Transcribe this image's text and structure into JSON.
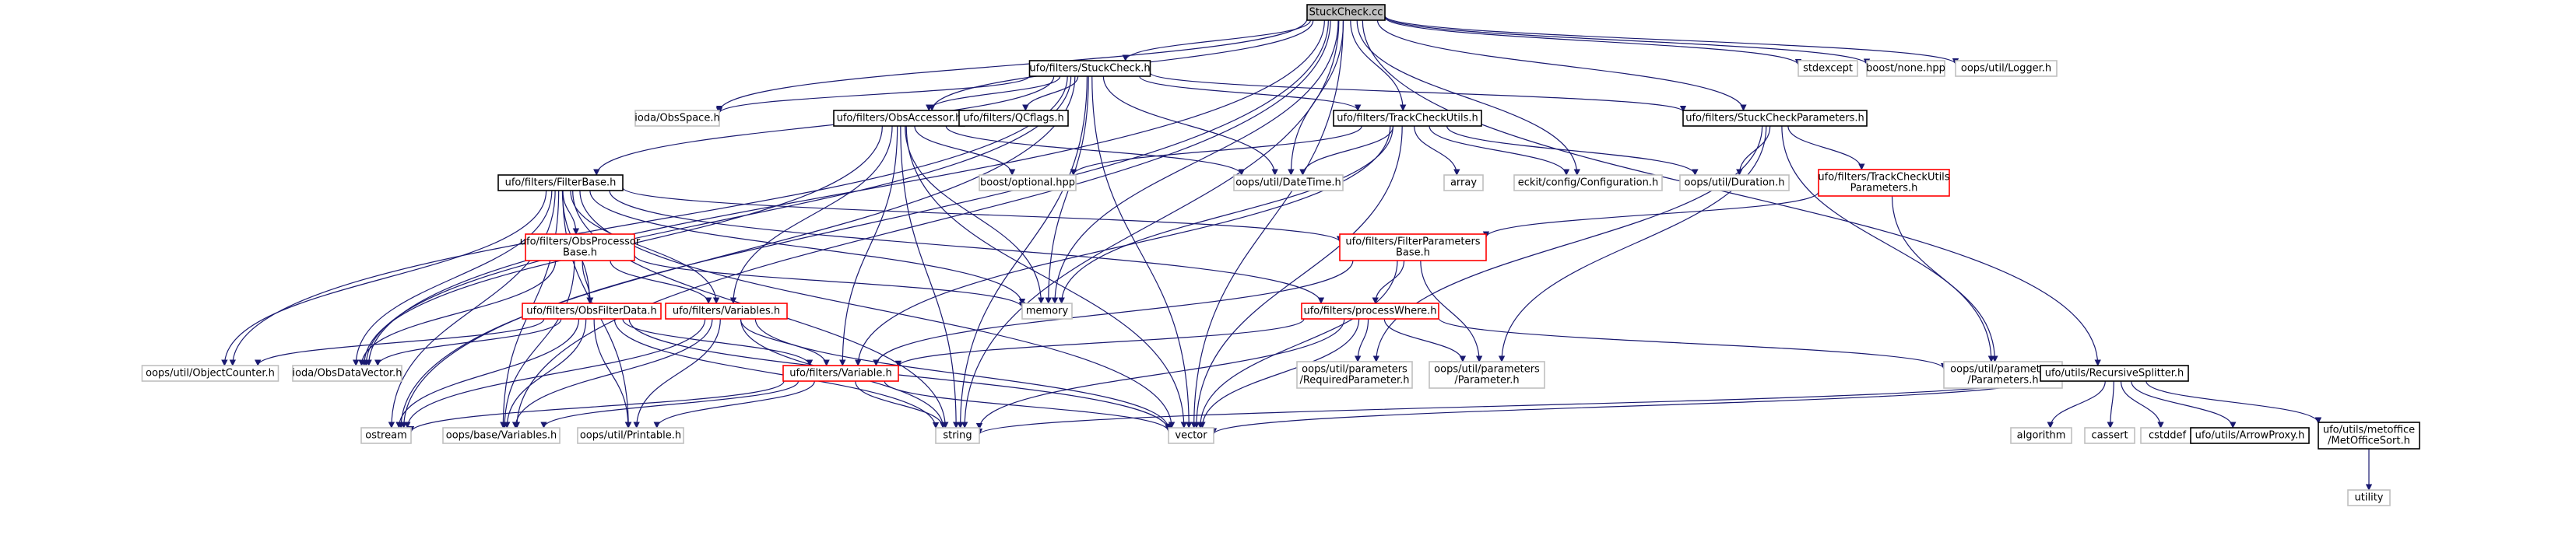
{
  "colors": {
    "edge": "#191970",
    "root_fill": "#bfbfbf",
    "root_border": "#000000",
    "documented_border": "#000000",
    "truncated_border": "#ff0000",
    "external_border": "#bfbfbf",
    "node_fill": "#ffffff"
  },
  "nodes": [
    {
      "id": "root",
      "lines": [
        "StuckCheck.cc"
      ],
      "kind": "root"
    },
    {
      "id": "stuckcheck_h",
      "lines": [
        "ufo/filters/StuckCheck.h"
      ],
      "kind": "documented"
    },
    {
      "id": "stdexcept",
      "lines": [
        "stdexcept"
      ],
      "kind": "external"
    },
    {
      "id": "boost_none",
      "lines": [
        "boost/none.hpp"
      ],
      "kind": "external"
    },
    {
      "id": "logger",
      "lines": [
        "oops/util/Logger.h"
      ],
      "kind": "external"
    },
    {
      "id": "obsspace",
      "lines": [
        "ioda/ObsSpace.h"
      ],
      "kind": "external"
    },
    {
      "id": "obsaccessor",
      "lines": [
        "ufo/filters/ObsAccessor.h"
      ],
      "kind": "documented"
    },
    {
      "id": "qcflags",
      "lines": [
        "ufo/filters/QCflags.h"
      ],
      "kind": "documented"
    },
    {
      "id": "trackcheckutils",
      "lines": [
        "ufo/filters/TrackCheckUtils.h"
      ],
      "kind": "documented"
    },
    {
      "id": "stuckcheckparams",
      "lines": [
        "ufo/filters/StuckCheckParameters.h"
      ],
      "kind": "documented"
    },
    {
      "id": "filterbase",
      "lines": [
        "ufo/filters/FilterBase.h"
      ],
      "kind": "documented"
    },
    {
      "id": "optional",
      "lines": [
        "boost/optional.hpp"
      ],
      "kind": "external"
    },
    {
      "id": "datetime",
      "lines": [
        "oops/util/DateTime.h"
      ],
      "kind": "external"
    },
    {
      "id": "array",
      "lines": [
        "array"
      ],
      "kind": "external"
    },
    {
      "id": "configuration",
      "lines": [
        "eckit/config/Configuration.h"
      ],
      "kind": "external"
    },
    {
      "id": "duration",
      "lines": [
        "oops/util/Duration.h"
      ],
      "kind": "external"
    },
    {
      "id": "trackcheckparams",
      "lines": [
        "ufo/filters/TrackCheckUtils",
        "Parameters.h"
      ],
      "kind": "truncated"
    },
    {
      "id": "obsprocessor",
      "lines": [
        "ufo/filters/ObsProcessor",
        "Base.h"
      ],
      "kind": "truncated"
    },
    {
      "id": "filterparamsbase",
      "lines": [
        "ufo/filters/FilterParameters",
        "Base.h"
      ],
      "kind": "truncated"
    },
    {
      "id": "memory",
      "lines": [
        "memory"
      ],
      "kind": "external"
    },
    {
      "id": "obsfilterdata",
      "lines": [
        "ufo/filters/ObsFilterData.h"
      ],
      "kind": "truncated"
    },
    {
      "id": "variables_h",
      "lines": [
        "ufo/filters/Variables.h"
      ],
      "kind": "truncated"
    },
    {
      "id": "processwhere",
      "lines": [
        "ufo/filters/processWhere.h"
      ],
      "kind": "truncated"
    },
    {
      "id": "objectcounter",
      "lines": [
        "oops/util/ObjectCounter.h"
      ],
      "kind": "external"
    },
    {
      "id": "obsdatavector",
      "lines": [
        "ioda/ObsDataVector.h"
      ],
      "kind": "external"
    },
    {
      "id": "variable_h",
      "lines": [
        "ufo/filters/Variable.h"
      ],
      "kind": "truncated"
    },
    {
      "id": "requiredparam",
      "lines": [
        "oops/util/parameters",
        "/RequiredParameter.h"
      ],
      "kind": "external"
    },
    {
      "id": "parameter",
      "lines": [
        "oops/util/parameters",
        "/Parameter.h"
      ],
      "kind": "external"
    },
    {
      "id": "parameters",
      "lines": [
        "oops/util/parameters",
        "/Parameters.h"
      ],
      "kind": "external"
    },
    {
      "id": "recursivesplitter",
      "lines": [
        "ufo/utils/RecursiveSplitter.h"
      ],
      "kind": "documented"
    },
    {
      "id": "ostream",
      "lines": [
        "ostream"
      ],
      "kind": "external"
    },
    {
      "id": "oopsvariables",
      "lines": [
        "oops/base/Variables.h"
      ],
      "kind": "external"
    },
    {
      "id": "printable",
      "lines": [
        "oops/util/Printable.h"
      ],
      "kind": "external"
    },
    {
      "id": "string",
      "lines": [
        "string"
      ],
      "kind": "external"
    },
    {
      "id": "vector",
      "lines": [
        "vector"
      ],
      "kind": "external"
    },
    {
      "id": "algorithm",
      "lines": [
        "algorithm"
      ],
      "kind": "external"
    },
    {
      "id": "cassert",
      "lines": [
        "cassert"
      ],
      "kind": "external"
    },
    {
      "id": "cstddef",
      "lines": [
        "cstddef"
      ],
      "kind": "external"
    },
    {
      "id": "arrowproxy",
      "lines": [
        "ufo/utils/ArrowProxy.h"
      ],
      "kind": "documented"
    },
    {
      "id": "metofficesort",
      "lines": [
        "ufo/utils/metoffice",
        "/MetOfficeSort.h"
      ],
      "kind": "documented"
    },
    {
      "id": "utility",
      "lines": [
        "utility"
      ],
      "kind": "external"
    }
  ],
  "edges": [
    [
      "root",
      "stuckcheck_h"
    ],
    [
      "root",
      "stdexcept"
    ],
    [
      "root",
      "boost_none"
    ],
    [
      "root",
      "logger"
    ],
    [
      "root",
      "obsaccessor"
    ],
    [
      "root",
      "trackcheckutils"
    ],
    [
      "root",
      "stuckcheckparams"
    ],
    [
      "root",
      "recursivesplitter"
    ],
    [
      "root",
      "obsspace"
    ],
    [
      "root",
      "datetime"
    ],
    [
      "root",
      "configuration"
    ],
    [
      "root",
      "memory"
    ],
    [
      "root",
      "string"
    ],
    [
      "root",
      "vector"
    ],
    [
      "root",
      "obsdatavector"
    ],
    [
      "root",
      "ostream"
    ],
    [
      "root",
      "oopsvariables"
    ],
    [
      "stuckcheck_h",
      "obsspace"
    ],
    [
      "stuckcheck_h",
      "obsaccessor"
    ],
    [
      "stuckcheck_h",
      "qcflags"
    ],
    [
      "stuckcheck_h",
      "trackcheckutils"
    ],
    [
      "stuckcheck_h",
      "stuckcheckparams"
    ],
    [
      "stuckcheck_h",
      "filterbase"
    ],
    [
      "stuckcheck_h",
      "datetime"
    ],
    [
      "stuckcheck_h",
      "memory"
    ],
    [
      "stuckcheck_h",
      "string"
    ],
    [
      "stuckcheck_h",
      "vector"
    ],
    [
      "stuckcheck_h",
      "objectcounter"
    ],
    [
      "stuckcheck_h",
      "obsdatavector"
    ],
    [
      "stuckcheck_h",
      "ostream"
    ],
    [
      "obsaccessor",
      "optional"
    ],
    [
      "obsaccessor",
      "datetime"
    ],
    [
      "obsaccessor",
      "memory"
    ],
    [
      "obsaccessor",
      "string"
    ],
    [
      "obsaccessor",
      "vector"
    ],
    [
      "obsaccessor",
      "variables_h"
    ],
    [
      "obsaccessor",
      "variable_h"
    ],
    [
      "obsaccessor",
      "obsdatavector"
    ],
    [
      "trackcheckutils",
      "optional"
    ],
    [
      "trackcheckutils",
      "datetime"
    ],
    [
      "trackcheckutils",
      "array"
    ],
    [
      "trackcheckutils",
      "configuration"
    ],
    [
      "trackcheckutils",
      "duration"
    ],
    [
      "trackcheckutils",
      "memory"
    ],
    [
      "trackcheckutils",
      "vector"
    ],
    [
      "trackcheckutils",
      "variable_h"
    ],
    [
      "stuckcheckparams",
      "duration"
    ],
    [
      "stuckcheckparams",
      "trackcheckparams"
    ],
    [
      "stuckcheckparams",
      "parameters"
    ],
    [
      "stuckcheckparams",
      "requiredparam"
    ],
    [
      "stuckcheckparams",
      "parameter"
    ],
    [
      "trackcheckparams",
      "filterparamsbase"
    ],
    [
      "trackcheckparams",
      "parameters"
    ],
    [
      "filterbase",
      "obsprocessor"
    ],
    [
      "filterbase",
      "filterparamsbase"
    ],
    [
      "filterbase",
      "obsfilterdata"
    ],
    [
      "filterbase",
      "variables_h"
    ],
    [
      "filterbase",
      "processwhere"
    ],
    [
      "filterbase",
      "memory"
    ],
    [
      "filterbase",
      "objectcounter"
    ],
    [
      "filterbase",
      "obsdatavector"
    ],
    [
      "filterbase",
      "printable"
    ],
    [
      "filterbase",
      "string"
    ],
    [
      "filterbase",
      "vector"
    ],
    [
      "filterbase",
      "oopsvariables"
    ],
    [
      "filterbase",
      "ostream"
    ],
    [
      "obsprocessor",
      "memory"
    ],
    [
      "obsprocessor",
      "obsfilterdata"
    ],
    [
      "obsprocessor",
      "variables_h"
    ],
    [
      "obsprocessor",
      "obsdatavector"
    ],
    [
      "obsprocessor",
      "oopsvariables"
    ],
    [
      "filterparamsbase",
      "processwhere"
    ],
    [
      "filterparamsbase",
      "variable_h"
    ],
    [
      "filterparamsbase",
      "parameter"
    ],
    [
      "filterparamsbase",
      "vector"
    ],
    [
      "obsfilterdata",
      "objectcounter"
    ],
    [
      "obsfilterdata",
      "obsdatavector"
    ],
    [
      "obsfilterdata",
      "variable_h"
    ],
    [
      "obsfilterdata",
      "printable"
    ],
    [
      "obsfilterdata",
      "ostream"
    ],
    [
      "obsfilterdata",
      "oopsvariables"
    ],
    [
      "obsfilterdata",
      "string"
    ],
    [
      "obsfilterdata",
      "vector"
    ],
    [
      "variables_h",
      "variable_h"
    ],
    [
      "variables_h",
      "ostream"
    ],
    [
      "variables_h",
      "oopsvariables"
    ],
    [
      "variables_h",
      "printable"
    ],
    [
      "variables_h",
      "string"
    ],
    [
      "variables_h",
      "vector"
    ],
    [
      "processwhere",
      "variable_h"
    ],
    [
      "processwhere",
      "requiredparam"
    ],
    [
      "processwhere",
      "parameter"
    ],
    [
      "processwhere",
      "parameters"
    ],
    [
      "processwhere",
      "string"
    ],
    [
      "processwhere",
      "vector"
    ],
    [
      "variable_h",
      "ostream"
    ],
    [
      "variable_h",
      "oopsvariables"
    ],
    [
      "variable_h",
      "printable"
    ],
    [
      "variable_h",
      "string"
    ],
    [
      "variable_h",
      "vector"
    ],
    [
      "recursivesplitter",
      "algorithm"
    ],
    [
      "recursivesplitter",
      "cassert"
    ],
    [
      "recursivesplitter",
      "cstddef"
    ],
    [
      "recursivesplitter",
      "arrowproxy"
    ],
    [
      "recursivesplitter",
      "metofficesort"
    ],
    [
      "recursivesplitter",
      "string"
    ],
    [
      "recursivesplitter",
      "vector"
    ],
    [
      "metofficesort",
      "utility"
    ]
  ]
}
